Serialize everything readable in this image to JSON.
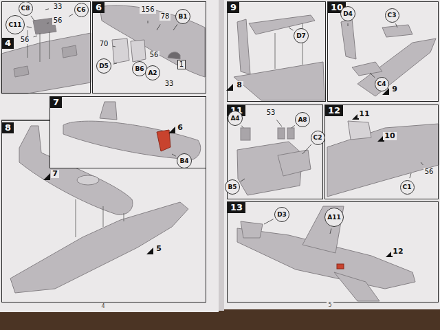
{
  "diagram": {
    "nodes": [
      {
        "text": [
          "4"
        ]
      },
      {
        "text": [
          "6"
        ]
      },
      {
        "text": [
          "7"
        ]
      },
      {
        "text": [
          "8"
        ]
      },
      {
        "text": [
          "9"
        ]
      },
      {
        "text": [
          "10"
        ]
      },
      {
        "text": [
          "11"
        ]
      },
      {
        "text": [
          "12"
        ]
      },
      {
        "text": [
          "13"
        ]
      }
    ],
    "labels": [
      "C8",
      "33",
      "56",
      "C6",
      "C11",
      "56",
      "156",
      "B1",
      "78",
      "70",
      "D5",
      "B6",
      "56",
      "A2",
      "33",
      "1",
      "6",
      "B4",
      "7",
      "5",
      "D7",
      "8",
      "D4",
      "C3",
      "C4",
      "9",
      "A4",
      "53",
      "A8",
      "C2",
      "B5",
      "11",
      "10",
      "56",
      "C1",
      "D3",
      "A11",
      "12",
      "4",
      "5"
    ]
  }
}
